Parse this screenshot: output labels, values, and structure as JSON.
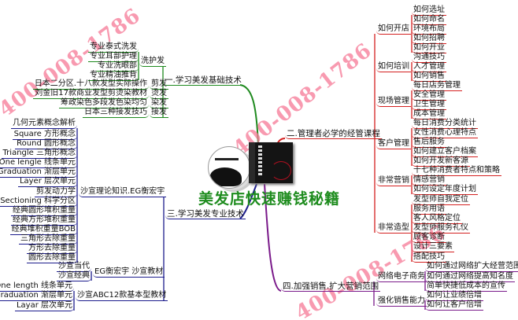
{
  "title": "美发店快速赚钱秘籍",
  "watermark": "400-008-1786",
  "colors": {
    "branch_basic": "#1f8a1f",
    "branch_management": "#d42020",
    "branch_professional": "#1c1c8c",
    "branch_sales": "#7a1a8a",
    "title": "#1e8c1e",
    "watermark": "#f57896"
  },
  "branches": [
    {
      "label": "一.学习美发基础技术",
      "subs": [
        {
          "label": "洗护发",
          "leaves": [
            "专业泰式洗发",
            "专业耳部护理",
            "专业洗眼部",
            "专业精油推背"
          ]
        },
        {
          "label": "剪发",
          "leaves": [
            "日本二分区.十八款发型实际操作"
          ]
        },
        {
          "label": "烫发",
          "leaves": [
            "刘金旧17款商业发型剪烫染教材"
          ]
        },
        {
          "label": "染发",
          "leaves": [
            "筹政染色多段发色染均匀"
          ]
        },
        {
          "label": "接发",
          "leaves": [
            "日本三种接发技巧"
          ]
        }
      ]
    },
    {
      "label": "二.管理者必学的经管课程",
      "subs": [
        {
          "label": "如何开店",
          "leaves": [
            "如何选址",
            "如何命名",
            "环境布局",
            "如何招聘",
            "如何开业"
          ]
        },
        {
          "label": "如何培训",
          "leaves": [
            "沟通技巧",
            "人才管理",
            "如何销售"
          ]
        },
        {
          "label": "现场管理",
          "leaves": [
            "每日店务管理",
            "安全管理",
            "卫生管理",
            "成本管理"
          ]
        },
        {
          "label": "客户管理",
          "leaves": [
            "每日消费分类统计",
            "女性消费心理特点",
            "售后服务",
            "如何建立客户档案",
            "如何开发新客源"
          ]
        },
        {
          "label": "非常营销",
          "leaves": [
            "十七种消费者特点和策略",
            "情感营销",
            "如何设定年度计划"
          ]
        },
        {
          "label": "非常造型",
          "leaves": [
            "发型师自我定位",
            "服务用语",
            "客人风格定位",
            "发型师服务礼仪",
            "顾客诊断",
            "设计三要素",
            "搭配技巧"
          ]
        }
      ]
    },
    {
      "label": "三.学习美发专业技术",
      "subs": [
        {
          "label": "沙宣理论知识.EG衡宏宇",
          "leaves": [
            "几何元素概念解析",
            "Square 方形概念",
            "Round 圆形概念",
            "Triangle 三角形概念",
            "One lengle 线条单元",
            "Graduation 渐层单元",
            "Layer 层次单元",
            "剪发动力学",
            "Sectioning 科学分区",
            "经典圆形堆积重量",
            "经典方形堆积重量",
            "经典堆积重量BOB",
            "三角形去除重量",
            "方形去除重量",
            "圆形去除重量"
          ]
        },
        {
          "label": "EG衡宏宇 沙宣教材",
          "leaves": [
            "沙宣当代",
            "沙宣经典"
          ]
        },
        {
          "label": "沙宣ABC12款基本型教材",
          "leaves": [
            "One length 线条单元",
            "Graduation 渐层单元",
            "Layar 层次单元"
          ]
        }
      ]
    },
    {
      "label": "四.加强销售.扩大营销范围",
      "subs": [
        {
          "label": "网络电子商务",
          "leaves": [
            "如何通过网络扩大经营范围",
            "如何通过网络提高知名度",
            "简单快捷低成本的宣传"
          ]
        },
        {
          "label": "强化销售能力",
          "leaves": [
            "如何让业绩倍增",
            "如何让客户倍增"
          ]
        }
      ]
    }
  ]
}
